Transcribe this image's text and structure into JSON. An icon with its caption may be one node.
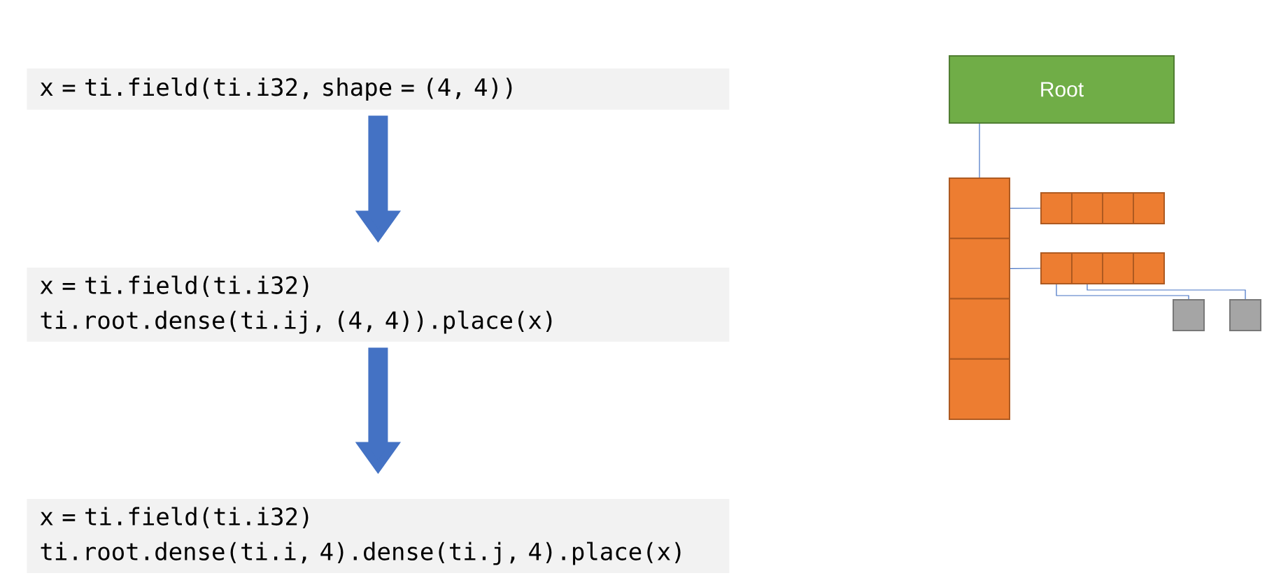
{
  "diagram": {
    "nodes": [
      {
        "text": [
          "x = ti.field(ti.i32, shape = (4, 4))"
        ]
      },
      {
        "text": [
          "x = ti.field(ti.i32)",
          "ti.root.dense(ti.ij, (4, 4)).place(x)"
        ]
      },
      {
        "text": [
          "x = ti.field(ti.i32)",
          "ti.root.dense(ti.i, 4).dense(ti.j, 4).place(x)"
        ]
      },
      {
        "text": [
          "Root"
        ]
      },
      {
        "text": [],
        "shape": "box"
      },
      {
        "text": [],
        "shape": "box"
      },
      {
        "text": [],
        "shape": "box"
      },
      {
        "text": [],
        "shape": "box"
      },
      {
        "text": [],
        "shape": "box"
      },
      {
        "text": [],
        "shape": "box"
      },
      {
        "text": [],
        "shape": "box"
      },
      {
        "text": [],
        "shape": "box"
      },
      {
        "text": [],
        "shape": "box"
      },
      {
        "text": [],
        "shape": "box"
      },
      {
        "text": [],
        "shape": "box"
      },
      {
        "text": [],
        "shape": "box"
      },
      {
        "text": [],
        "shape": "box"
      },
      {
        "text": [],
        "shape": "box"
      }
    ],
    "edges": [
      {
        "from": 0,
        "to": 1,
        "arrow": "to",
        "style": "thick"
      },
      {
        "from": 1,
        "to": 2,
        "arrow": "to",
        "style": "thick"
      },
      {
        "from": 3,
        "to": 4,
        "arrow": "none"
      },
      {
        "from": 4,
        "to": 8,
        "arrow": "none"
      },
      {
        "from": 5,
        "to": 12,
        "arrow": "none"
      },
      {
        "from": 12,
        "to": 16,
        "arrow": "none"
      },
      {
        "from": 13,
        "to": 17,
        "arrow": "none"
      }
    ]
  }
}
